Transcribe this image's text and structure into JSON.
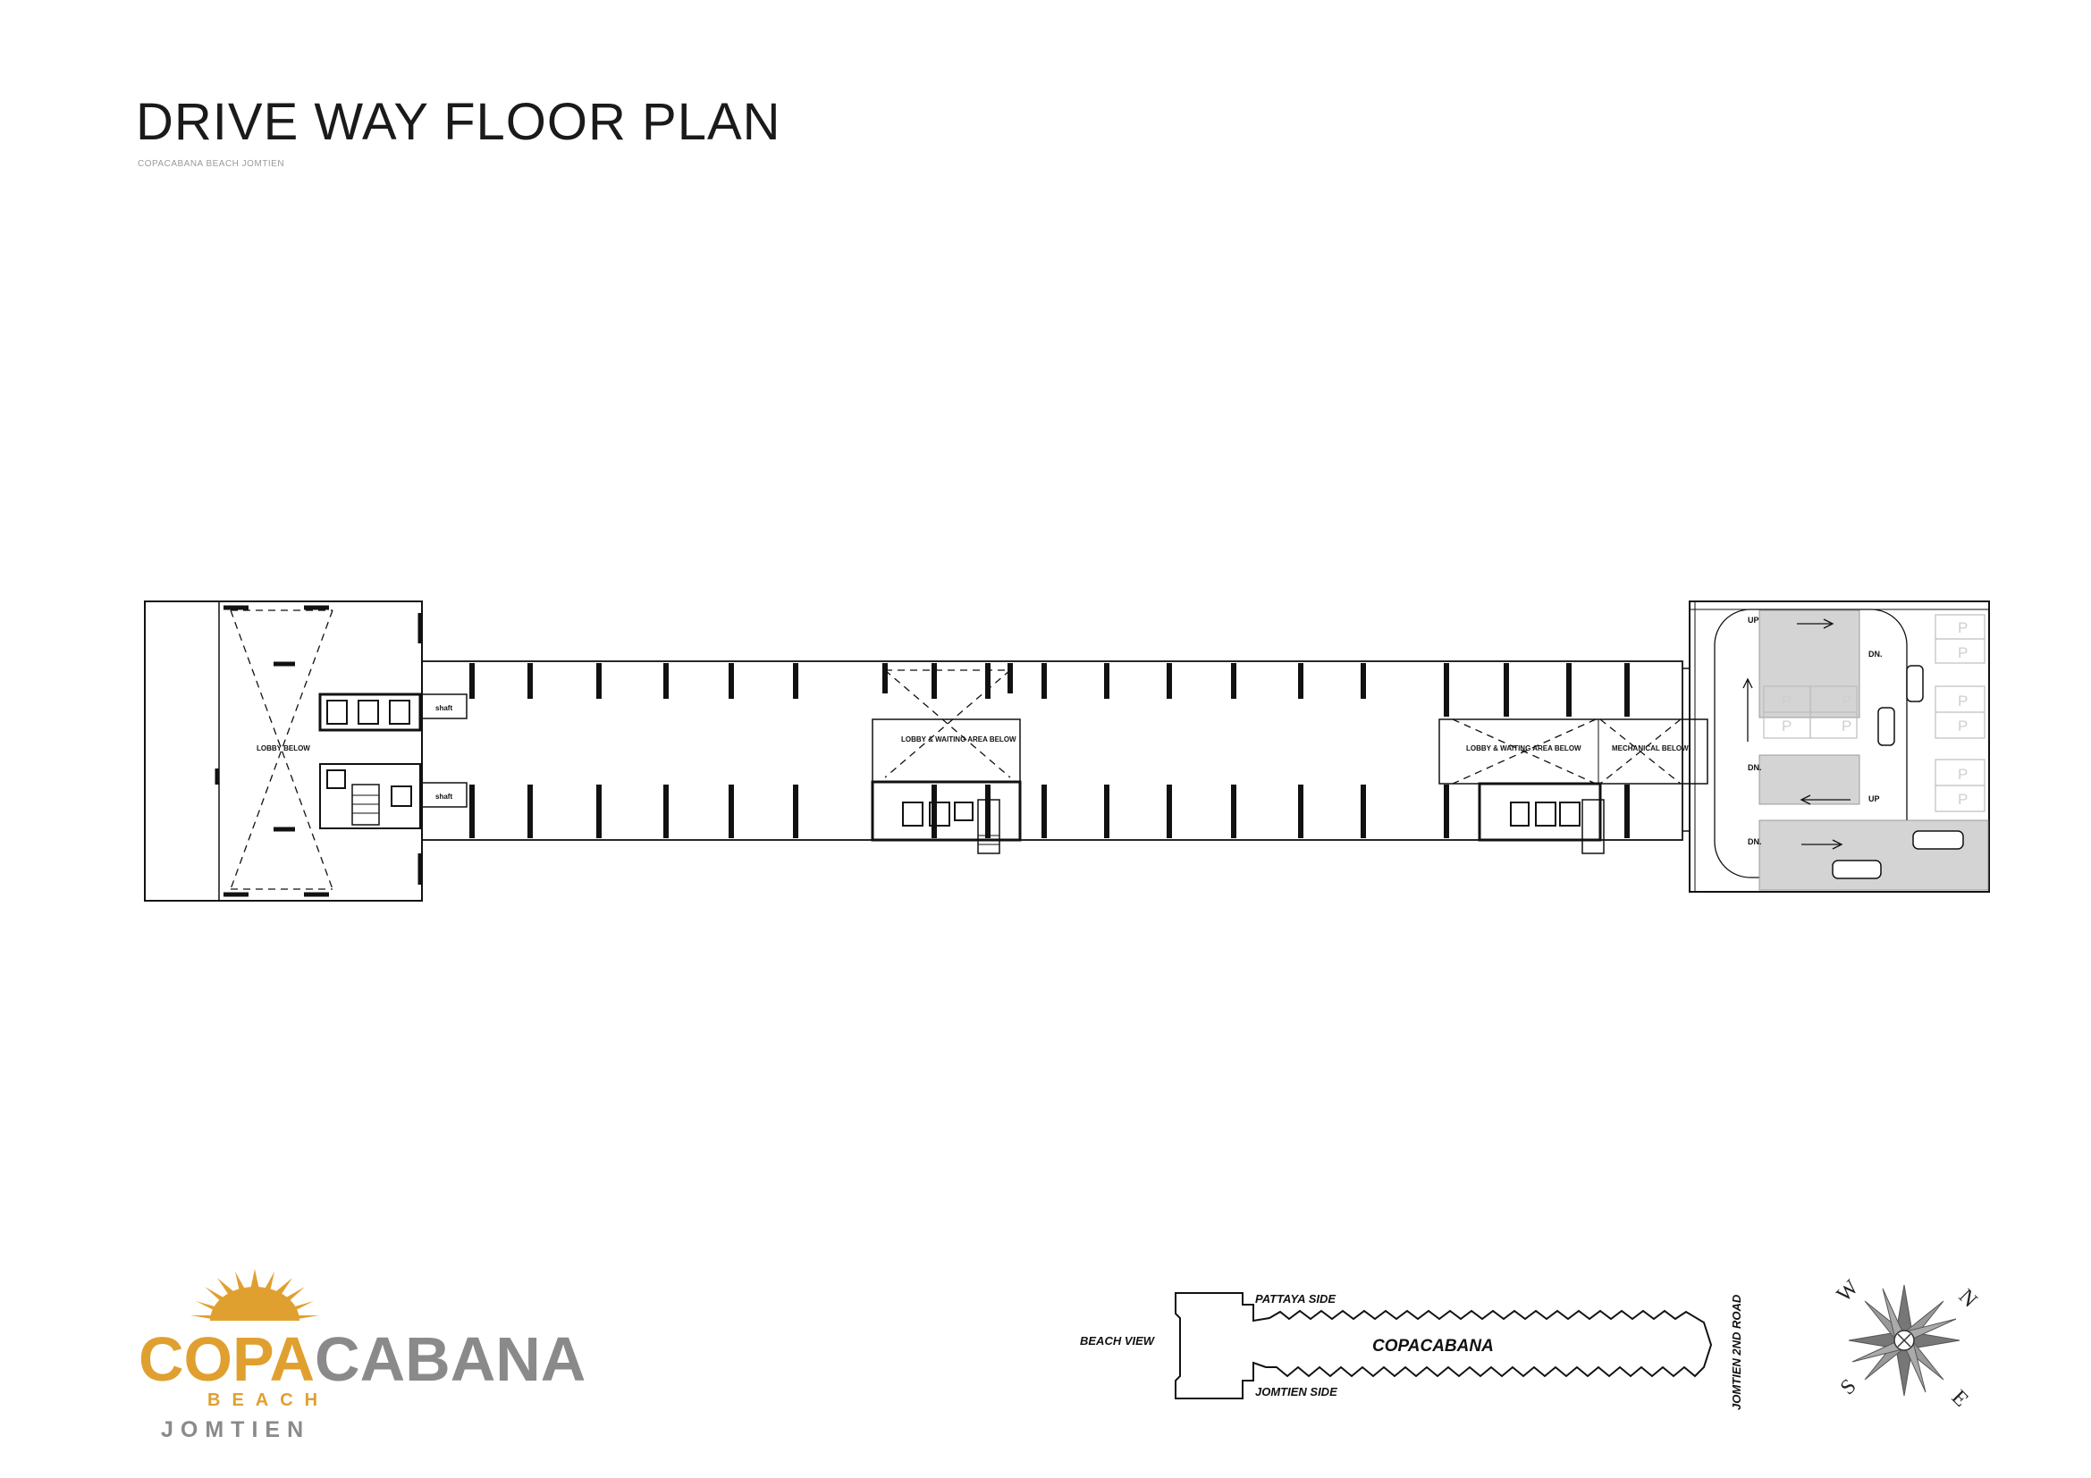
{
  "page": {
    "title": "DRIVE WAY FLOOR PLAN",
    "subtitle": "COPACABANA BEACH JOMTIEN"
  },
  "floorplan": {
    "labels": {
      "lobby_below": "LOBBY BELOW",
      "shaft_top": "shaft",
      "shaft_bottom": "shaft",
      "lobby_waiting_1": "LOBBY & WAITING AREA BELOW",
      "lobby_waiting_2": "LOBBY & WAITING AREA BELOW",
      "mechanical_below": "MECHANICAL BELOW"
    },
    "ramp": {
      "up_1": "UP",
      "dn_1": "DN.",
      "dn_2": "DN.",
      "up_2": "UP",
      "dn_3": "DN."
    },
    "parking_symbol": "P"
  },
  "key_plan": {
    "pattaya_side": "PATTAYA SIDE",
    "jomtien_side": "JOMTIEN SIDE",
    "beach_view": "BEACH VIEW",
    "building_name": "COPACABANA",
    "road": "JOMTIEN 2ND ROAD"
  },
  "compass": {
    "n": "N",
    "e": "E",
    "s": "S",
    "w": "W"
  },
  "logo": {
    "word_part1": "COPA",
    "word_part2": "CABANA",
    "beach": "BEACH",
    "location": "JOMTIEN",
    "color_gold": "#e0a030",
    "color_gray": "#8a8a8a"
  }
}
